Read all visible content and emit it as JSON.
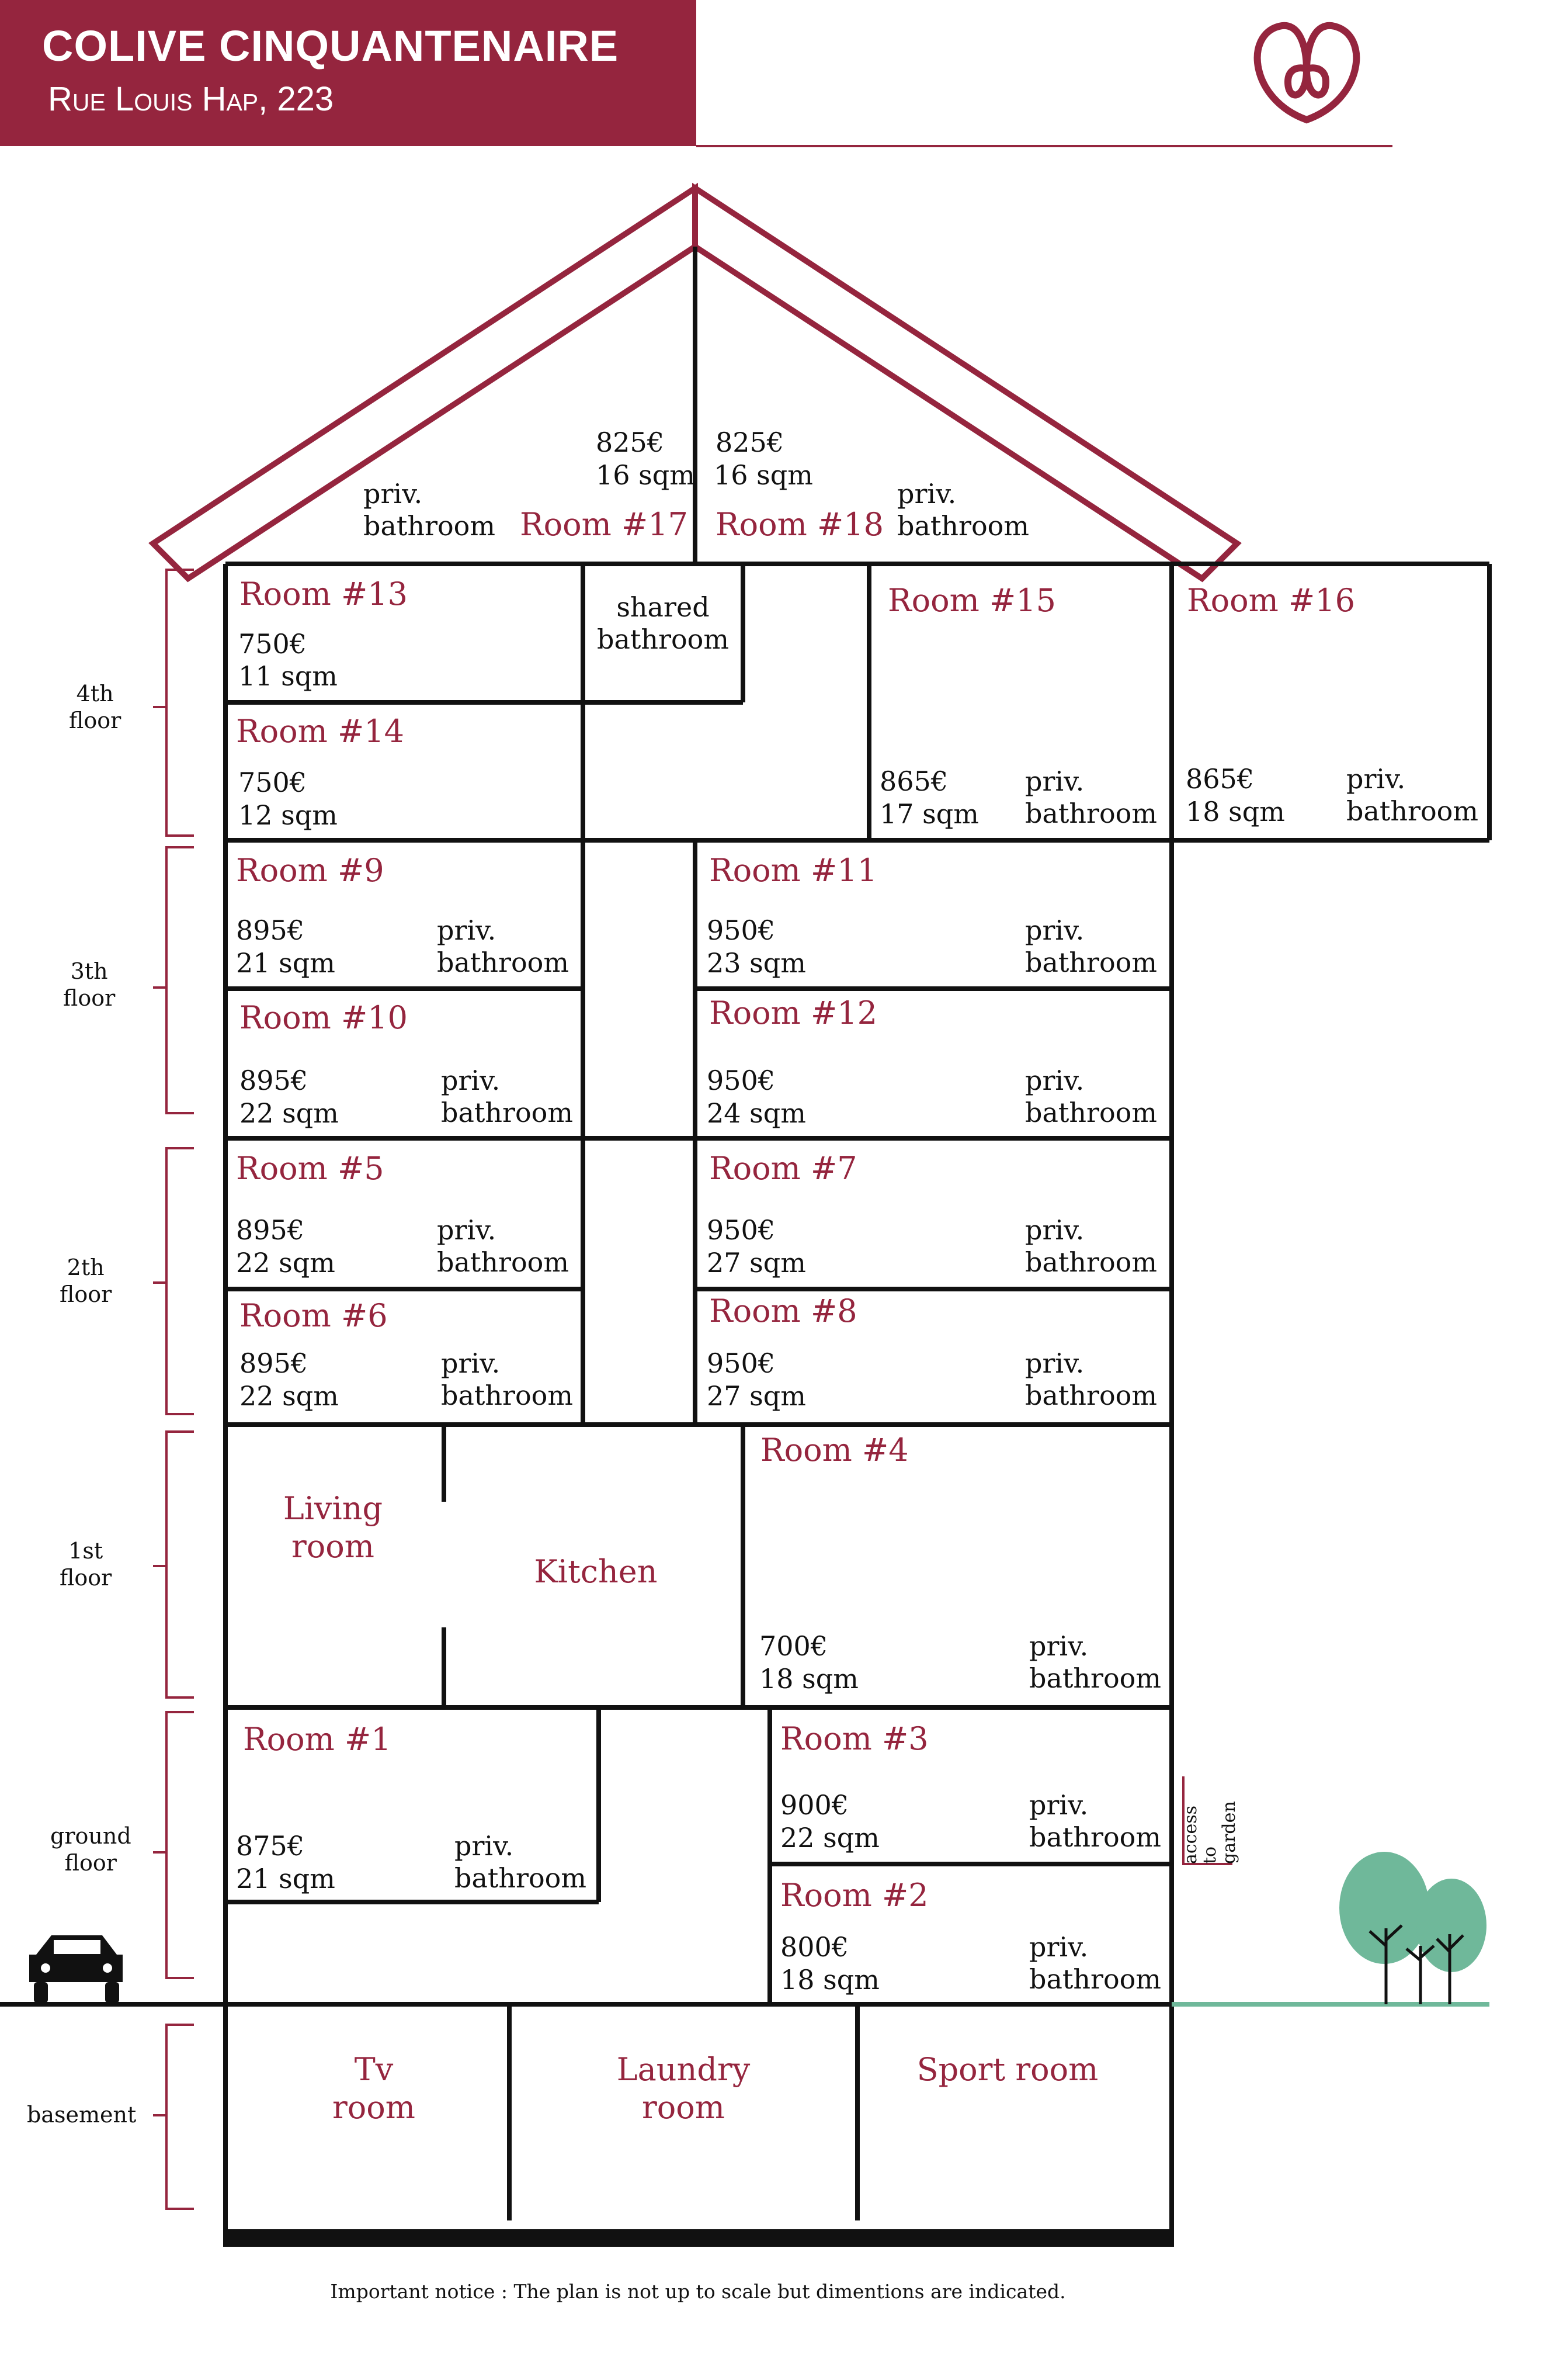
{
  "header": {
    "title": "COLIVE CINQUANTENAIRE",
    "address": "Rue Louis Hap, 223"
  },
  "colors": {
    "brand": "#95253e",
    "tree": "#6fb89a",
    "line": "#111111"
  },
  "icons": {
    "logo": "colive-logo-icon",
    "car": "car-icon",
    "trees": "tree-icon"
  },
  "floors": {
    "f4": "4th\nfloor",
    "f3": "3th\nfloor",
    "f2": "2th\nfloor",
    "f1": "1st\nfloor",
    "f0": "ground\nfloor",
    "fb": "basement"
  },
  "rooms": [
    {
      "id": "r17",
      "name": "Room #17",
      "price": "825€",
      "size": "16 sqm",
      "bath": "priv.\nbathroom"
    },
    {
      "id": "r18",
      "name": "Room #18",
      "price": "825€",
      "size": "16 sqm",
      "bath": "priv.\nbathroom"
    },
    {
      "id": "r13",
      "name": "Room #13",
      "price": "750€",
      "size": "11 sqm"
    },
    {
      "id": "r14",
      "name": "Room #14",
      "price": "750€",
      "size": "12 sqm"
    },
    {
      "id": "r15",
      "name": "Room #15",
      "price": "865€",
      "size": "17 sqm",
      "bath": "priv.\nbathroom"
    },
    {
      "id": "r16",
      "name": "Room #16",
      "price": "865€",
      "size": "18 sqm",
      "bath": "priv.\nbathroom"
    },
    {
      "id": "r9",
      "name": "Room #9",
      "price": "895€",
      "size": "21 sqm",
      "bath": "priv.\nbathroom"
    },
    {
      "id": "r10",
      "name": "Room #10",
      "price": "895€",
      "size": "22 sqm",
      "bath": "priv.\nbathroom"
    },
    {
      "id": "r11",
      "name": "Room #11",
      "price": "950€",
      "size": "23 sqm",
      "bath": "priv.\nbathroom"
    },
    {
      "id": "r12",
      "name": "Room #12",
      "price": "950€",
      "size": "24 sqm",
      "bath": "priv.\nbathroom"
    },
    {
      "id": "r5",
      "name": "Room #5",
      "price": "895€",
      "size": "22 sqm",
      "bath": "priv.\nbathroom"
    },
    {
      "id": "r6",
      "name": "Room #6",
      "price": "895€",
      "size": "22 sqm",
      "bath": "priv.\nbathroom"
    },
    {
      "id": "r7",
      "name": "Room #7",
      "price": "950€",
      "size": "27 sqm",
      "bath": "priv.\nbathroom"
    },
    {
      "id": "r8",
      "name": "Room #8",
      "price": "950€",
      "size": "27 sqm",
      "bath": "priv.\nbathroom"
    },
    {
      "id": "r4",
      "name": "Room #4",
      "price": "700€",
      "size": "18 sqm",
      "bath": "priv.\nbathroom"
    },
    {
      "id": "r1",
      "name": "Room #1",
      "price": "875€",
      "size": "21 sqm",
      "bath": "priv.\nbathroom"
    },
    {
      "id": "r3",
      "name": "Room #3",
      "price": "900€",
      "size": "22 sqm",
      "bath": "priv.\nbathroom"
    },
    {
      "id": "r2",
      "name": "Room #2",
      "price": "800€",
      "size": "18 sqm",
      "bath": "priv.\nbathroom"
    }
  ],
  "common": {
    "shared_bathroom": "shared\nbathroom",
    "living": "Living\nroom",
    "kitchen": "Kitchen",
    "tv": "Tv\nroom",
    "laundry": "Laundry\nroom",
    "sport": "Sport room"
  },
  "garden": "access to\ngarden",
  "notice": "Important notice : The plan is not up to scale but dimentions are indicated."
}
